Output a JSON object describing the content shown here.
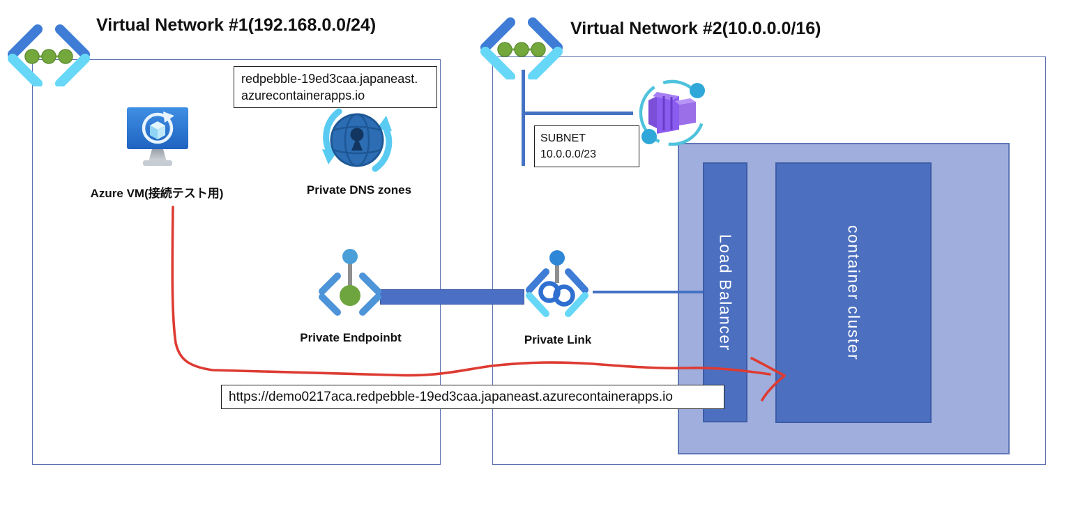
{
  "vnet1": {
    "title": "Virtual Network #1(192.168.0.0/24)",
    "dns_box": {
      "line1": "redpebble-19ed3caa.japaneast.",
      "line2": "azurecontainerapps.io"
    },
    "vm_label": "Azure VM(接続テスト用)",
    "dns_zones_label": "Private DNS zones",
    "private_endpoint_label": "Private Endpoinbt"
  },
  "vnet2": {
    "title": "Virtual Network #2(10.0.0.0/16)",
    "subnet_box": {
      "line1": "SUBNET",
      "line2": "10.0.0.0/23"
    },
    "private_link_label": "Private Link",
    "load_balancer_label": "Load Balancer",
    "container_cluster_label": "container cluster"
  },
  "url_label": "https://demo0217aca.redpebble-19ed3caa.japaneast.azurecontainerapps.io",
  "icons": {
    "vnet1": "virtual-network-icon",
    "vnet2": "virtual-network-icon",
    "vm": "azure-vm-icon",
    "dns": "private-dns-zones-icon",
    "endpoint": "private-endpoint-icon",
    "link": "private-link-icon",
    "container_apps": "container-apps-icon",
    "arrow": "red-hand-drawn-arrow"
  },
  "colors": {
    "vnet_border": "#5b6fb0",
    "environment_fill": "#9faedc",
    "environment_border": "#5f77b8",
    "inner_fill": "#4c6fc0",
    "inner_border": "#3d5ca8",
    "connector_blue": "#4472c4",
    "red_arrow": "#dd3b32",
    "bracket_blue": "#3e7cd6",
    "bracket_cyan": "#67d7f7",
    "dot_green": "#74a83d",
    "purple_container": "#8b5cf0",
    "cyan_ring": "#4fc3dc"
  }
}
